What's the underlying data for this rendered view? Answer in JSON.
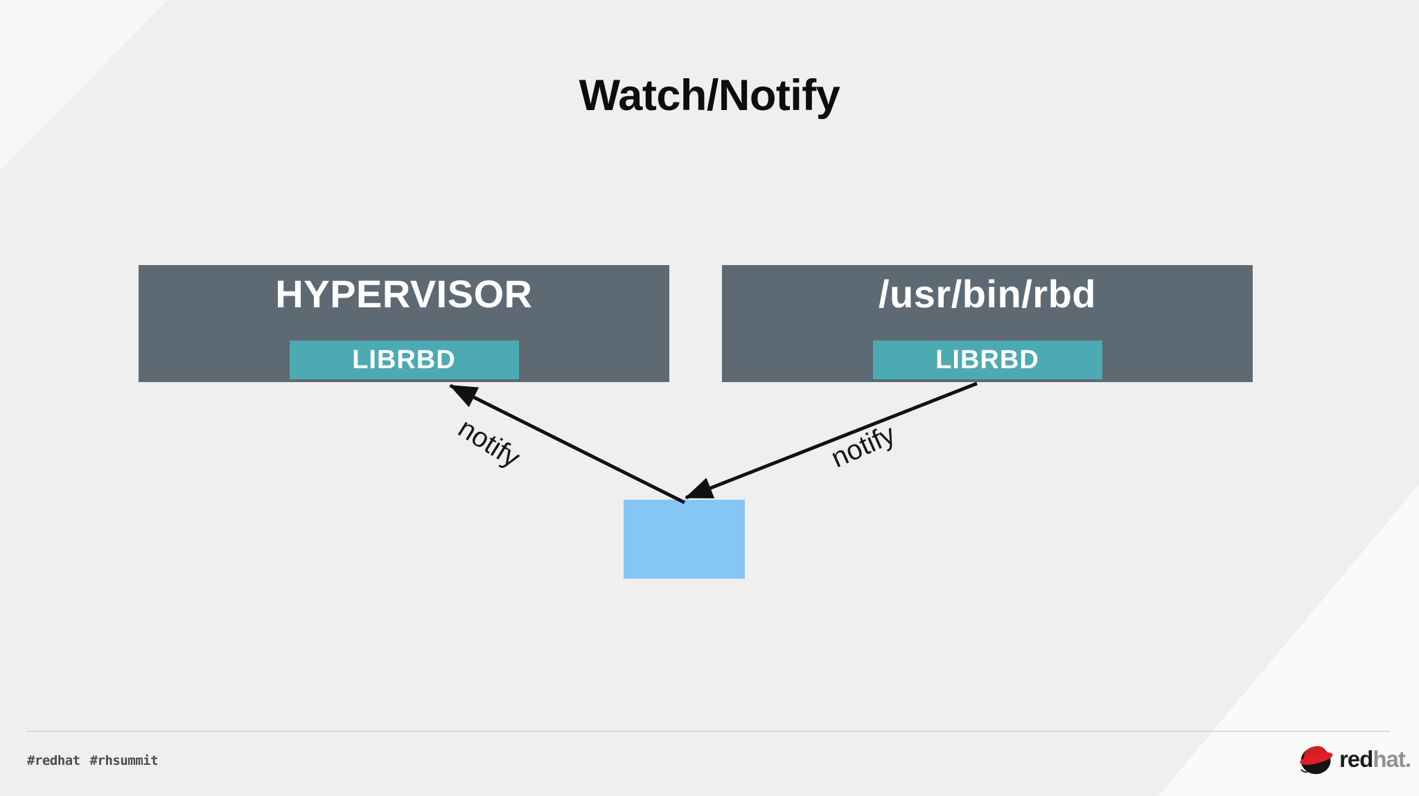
{
  "slide": {
    "title": "Watch/Notify",
    "diagram": {
      "left_node": {
        "title": "HYPERVISOR",
        "sublabel": "LIBRBD"
      },
      "right_node": {
        "title": "/usr/bin/rbd",
        "sublabel": "LIBRBD"
      },
      "left_arrow_label": "notify",
      "right_arrow_label": "notify"
    },
    "footer": {
      "hashtag_1": "#redhat",
      "hashtag_2": "#rhsummit",
      "logo_text_bold": "red",
      "logo_text_light": "hat."
    },
    "colors": {
      "background": "#efeff0",
      "background_highlight": "#f8f8f9",
      "node_gray": "#5d6a73",
      "accent_teal": "#4caab2",
      "accent_blue": "#85c6f5",
      "arrow_black": "#111111",
      "logo_red": "#cf1f25"
    }
  }
}
